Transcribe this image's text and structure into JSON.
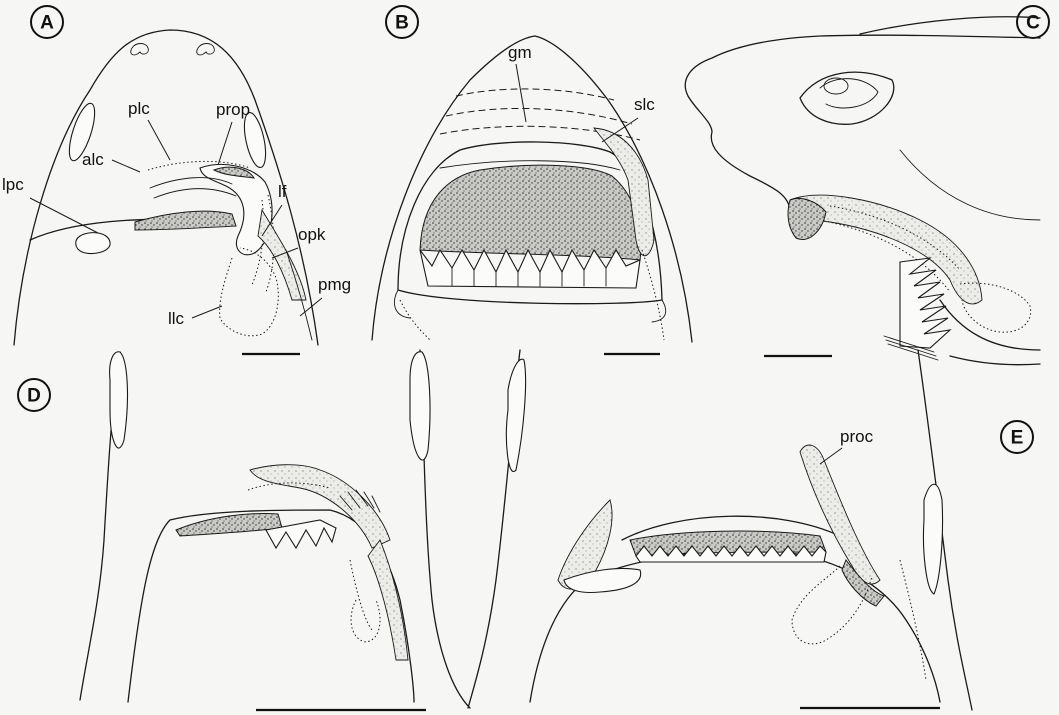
{
  "panels": [
    {
      "id": "A"
    },
    {
      "id": "B"
    },
    {
      "id": "C"
    },
    {
      "id": "D"
    },
    {
      "id": "E"
    }
  ],
  "labels": {
    "lpc": "lpc",
    "alc": "alc",
    "plc": "plc",
    "prop": "prop",
    "lf": "lf",
    "opk": "opk",
    "pmg": "pmg",
    "llc": "llc",
    "gm": "gm",
    "slc": "slc",
    "proc": "proc"
  }
}
